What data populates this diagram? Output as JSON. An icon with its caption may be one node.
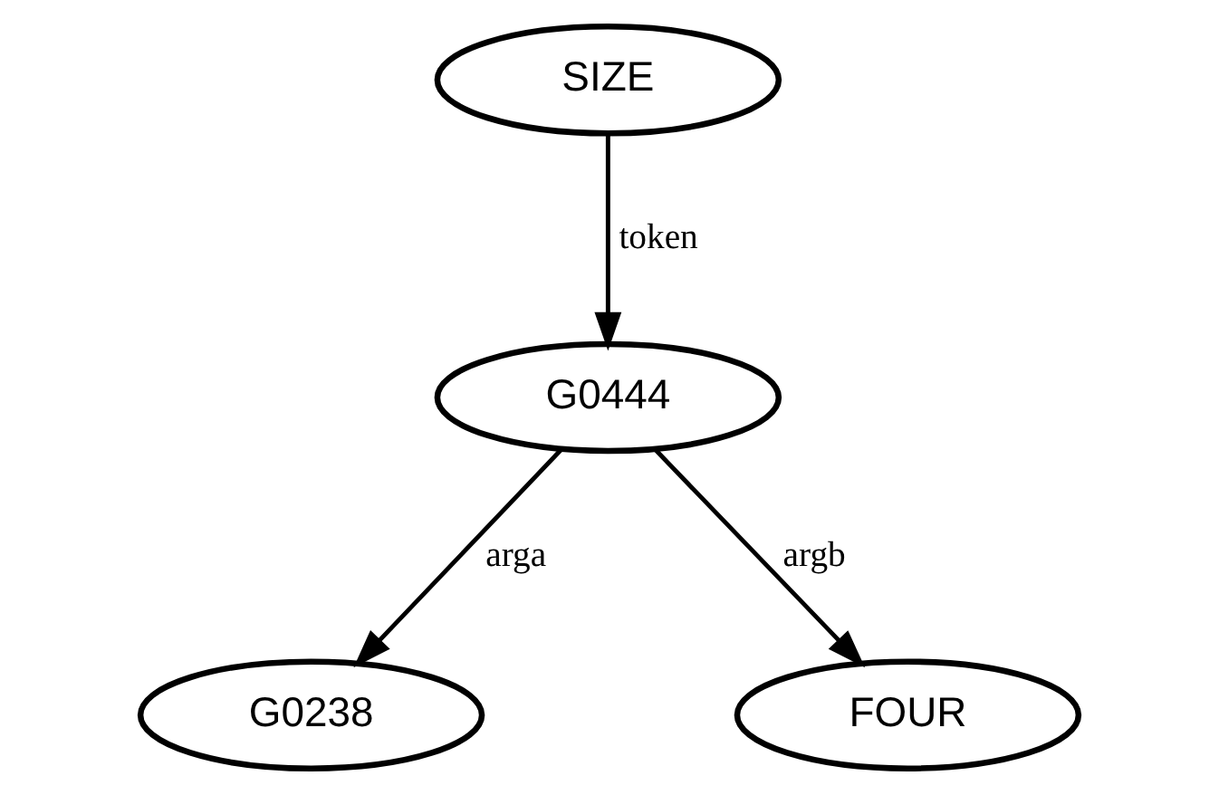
{
  "diagram": {
    "nodes": [
      {
        "text": [
          "SIZE"
        ]
      },
      {
        "text": [
          "G0444"
        ]
      },
      {
        "text": [
          "G0238"
        ]
      },
      {
        "text": [
          "FOUR"
        ]
      }
    ],
    "edges": [
      {
        "from": 0,
        "to": 1,
        "arrow": "to",
        "label": "token"
      },
      {
        "from": 1,
        "to": 2,
        "arrow": "to",
        "label": "arga"
      },
      {
        "from": 1,
        "to": 3,
        "arrow": "to",
        "label": "argb"
      }
    ]
  }
}
